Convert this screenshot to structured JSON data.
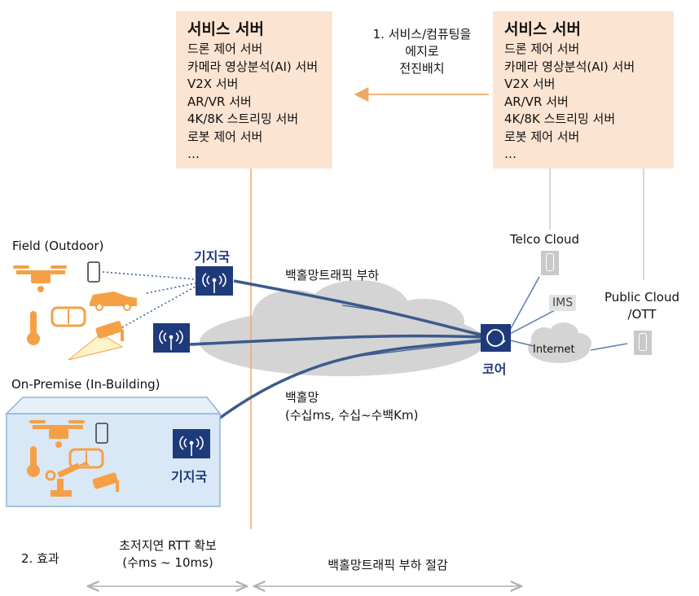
{
  "server_left": {
    "title": "서비스 서버",
    "items": [
      "드론 제어 서버",
      "카메라 영상분석(AI) 서버",
      "V2X 서버",
      "AR/VR 서버",
      "4K/8K 스트리밍 서버",
      "로봇 제어 서버",
      "…"
    ]
  },
  "server_right": {
    "title": "서비스 서버",
    "items": [
      "드론 제어 서버",
      "카메라 영상분석(AI) 서버",
      "V2X 서버",
      "AR/VR 서버",
      "4K/8K 스트리밍 서버",
      "로봇 제어 서버",
      "…"
    ]
  },
  "edge_move": {
    "line1": "1. 서비스/컴퓨팅을",
    "line2": "에지로",
    "line3": "전진배치"
  },
  "field_label": "Field (Outdoor)",
  "onpremise_label": "On-Premise (In-Building)",
  "base_station_label_top": "기지국",
  "base_station_label_bottom": "기지국",
  "backhaul_traffic_label": "백홀망트래픽 부하",
  "backhaul_label": "백홀망",
  "backhaul_spec": "(수십ms, 수십~수백Km)",
  "core_label": "코어",
  "telco_cloud": "Telco Cloud",
  "ims": "IMS",
  "internet": "Internet",
  "public_cloud_line1": "Public Cloud",
  "public_cloud_line2": "/OTT",
  "effect_label": "2. 효과",
  "effect_left_line1": "초저지연 RTT 확보",
  "effect_left_line2": "(수ms ~ 10ms)",
  "effect_right": "백홀망트래픽 부하 절감",
  "colors": {
    "server_bg": "#fce4d2",
    "navy": "#1f3a7a",
    "orange": "#f5a046",
    "line": "#3c5a8c",
    "cloud": "#d4d4d4",
    "divider": "#f0a868"
  }
}
